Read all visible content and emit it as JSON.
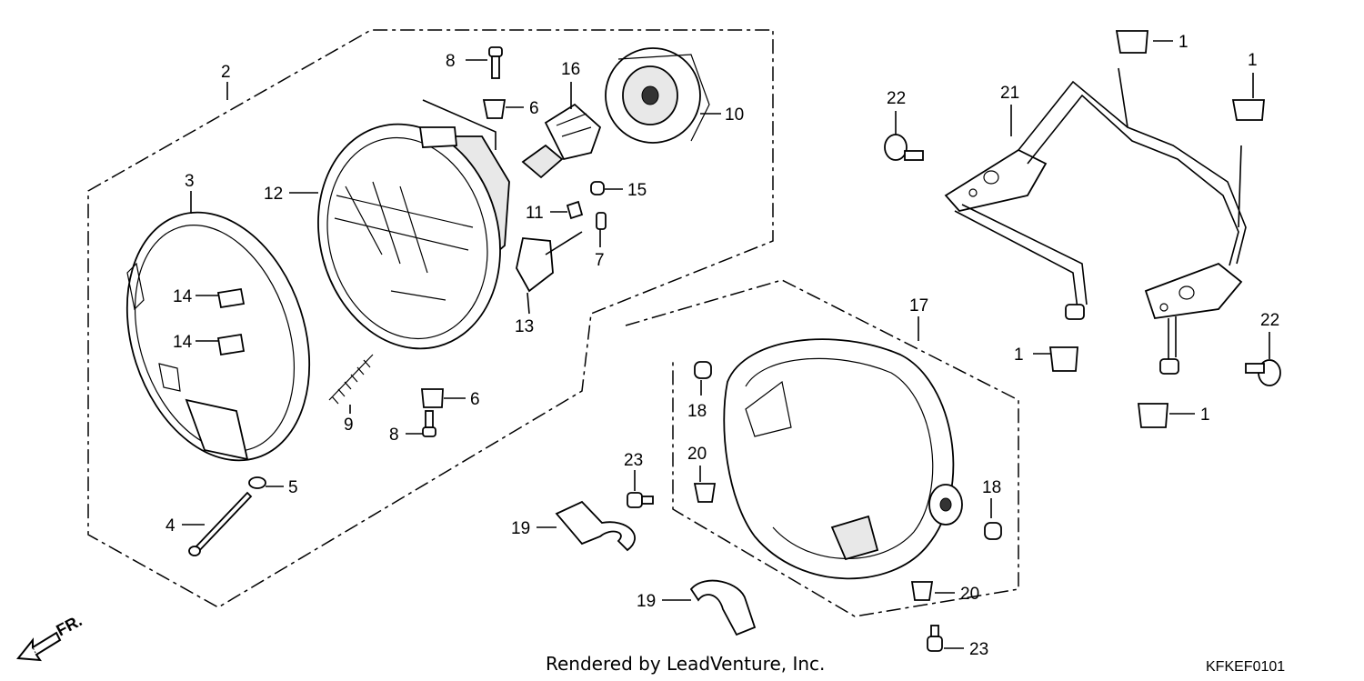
{
  "callouts": [
    {
      "id": "c1a",
      "text": "1"
    },
    {
      "id": "c1b",
      "text": "1"
    },
    {
      "id": "c1c",
      "text": "1"
    },
    {
      "id": "c1d",
      "text": "1"
    },
    {
      "id": "c2",
      "text": "2"
    },
    {
      "id": "c3",
      "text": "3"
    },
    {
      "id": "c4",
      "text": "4"
    },
    {
      "id": "c5",
      "text": "5"
    },
    {
      "id": "c6a",
      "text": "6"
    },
    {
      "id": "c6b",
      "text": "6"
    },
    {
      "id": "c7",
      "text": "7"
    },
    {
      "id": "c8a",
      "text": "8"
    },
    {
      "id": "c8b",
      "text": "8"
    },
    {
      "id": "c9",
      "text": "9"
    },
    {
      "id": "c10",
      "text": "10"
    },
    {
      "id": "c11",
      "text": "11"
    },
    {
      "id": "c12",
      "text": "12"
    },
    {
      "id": "c13",
      "text": "13"
    },
    {
      "id": "c14a",
      "text": "14"
    },
    {
      "id": "c14b",
      "text": "14"
    },
    {
      "id": "c15",
      "text": "15"
    },
    {
      "id": "c16",
      "text": "16"
    },
    {
      "id": "c17",
      "text": "17"
    },
    {
      "id": "c18a",
      "text": "18"
    },
    {
      "id": "c18b",
      "text": "18"
    },
    {
      "id": "c19a",
      "text": "19"
    },
    {
      "id": "c19b",
      "text": "19"
    },
    {
      "id": "c20a",
      "text": "20"
    },
    {
      "id": "c20b",
      "text": "20"
    },
    {
      "id": "c21",
      "text": "21"
    },
    {
      "id": "c22a",
      "text": "22"
    },
    {
      "id": "c22b",
      "text": "22"
    },
    {
      "id": "c23a",
      "text": "23"
    },
    {
      "id": "c23b",
      "text": "23"
    }
  ],
  "footer": {
    "credit": "Rendered by LeadVenture, Inc.",
    "diagram_code": "KFKEF0101",
    "direction_label": "FR."
  }
}
